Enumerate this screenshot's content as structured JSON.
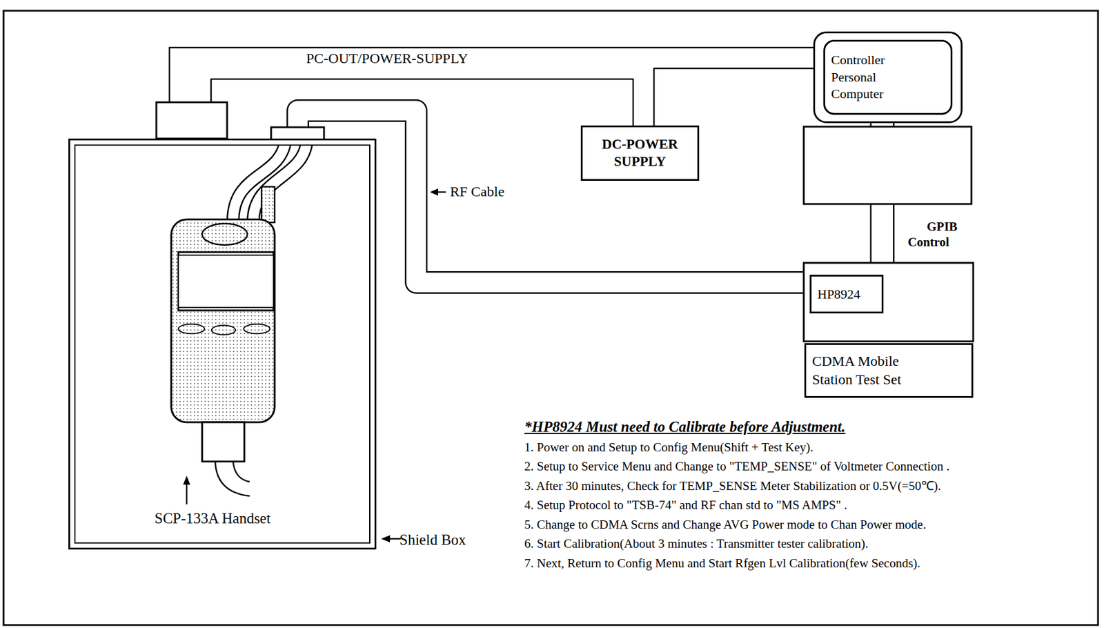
{
  "diagram": {
    "nodes": [
      {
        "text": [
          "Shield Box"
        ]
      },
      {
        "text": [
          "Controller Personal Computer"
        ]
      },
      {
        "text": [
          "DC-POWER SUPPLY"
        ]
      },
      {
        "text": [
          "HP8924"
        ]
      },
      {
        "text": [
          "CDMA Mobile Station Test Set"
        ]
      }
    ],
    "edges": [
      {
        "from": 0,
        "to": 1,
        "label": "PC-OUT/POWER-SUPPLY",
        "arrow": "none"
      },
      {
        "from": 0,
        "to": 2,
        "arrow": "none"
      },
      {
        "from": 2,
        "to": 1,
        "arrow": "none"
      },
      {
        "from": 0,
        "to": 3,
        "label": "RF Cable",
        "arrow": "none"
      },
      {
        "from": 1,
        "to": 3,
        "label": "GPIB Control",
        "arrow": "none"
      }
    ],
    "labels": [
      "SCP-133A Handset",
      "*HP8924 Must need to Calibrate before Adjustment.",
      "1. Power on and Setup to Config Menu(Shift + Test Key).",
      "2. Setup to Service Menu and Change to \"TEMP_SENSE\" of Voltmeter Connection .",
      "3. After 30 minutes, Check for TEMP_SENSE Meter Stabilization or 0.5V(=50℃).",
      "4. Setup Protocol to \"TSB-74\" and RF chan std to \"MS AMPS\" .",
      "5. Change to CDMA Scrns and Change AVG Power mode to Chan Power mode.",
      "6. Start Calibration(About 3 minutes : Transmitter tester calibration).",
      "7. Next, Return to Config Menu and Start Rfgen Lvl Calibration(few Seconds)."
    ]
  }
}
